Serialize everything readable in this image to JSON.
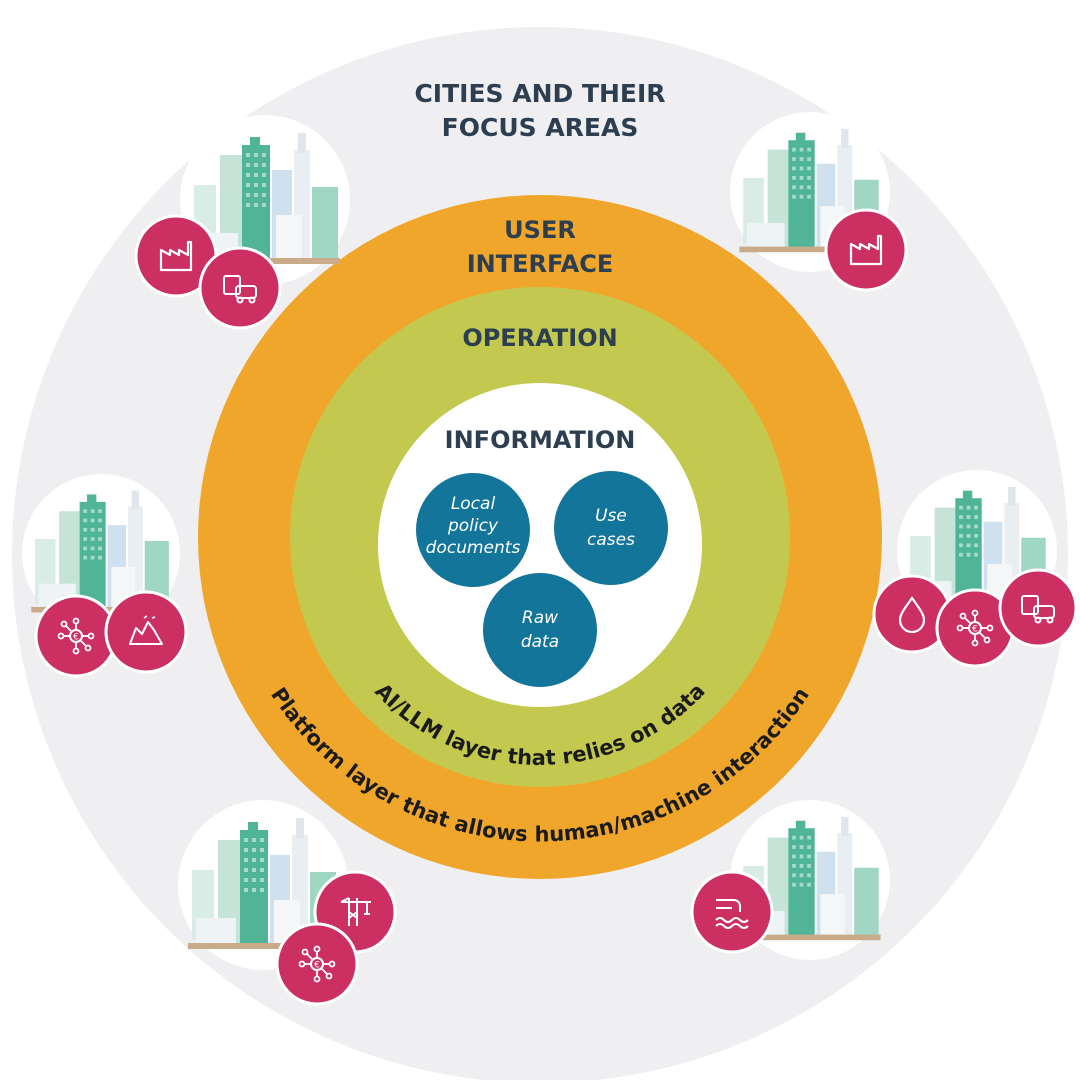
{
  "outer_title": {
    "line1": "CITIES AND THEIR",
    "line2": "FOCUS AREAS"
  },
  "rings": {
    "user_interface": {
      "line1": "USER",
      "line2": "INTERFACE"
    },
    "operation": "OPERATION",
    "information": "INFORMATION"
  },
  "information_items": [
    {
      "lines": [
        "Local",
        "policy",
        "documents"
      ]
    },
    {
      "lines": [
        "Use",
        "cases"
      ]
    },
    {
      "lines": [
        "Raw",
        "data"
      ]
    }
  ],
  "curved_labels": {
    "ai_layer": "AI/LLM layer that relies on data",
    "platform_layer": "Platform layer that allows human/machine interaction"
  },
  "colors": {
    "outer_ring": "#efeff1",
    "orange_ring": "#f0a62a",
    "green_ring": "#c3c94f",
    "center": "#ffffff",
    "info_circle": "#13759a",
    "icon_circle": "#cc2f62",
    "text_dark": "#2c3e50"
  },
  "cities": [
    {
      "name": "city-top-left",
      "icons": [
        "factory-icon",
        "vehicles-icon"
      ]
    },
    {
      "name": "city-top-right",
      "icons": [
        "factory-icon"
      ]
    },
    {
      "name": "city-mid-left",
      "icons": [
        "euro-network-icon",
        "waste-icon"
      ]
    },
    {
      "name": "city-mid-right",
      "icons": [
        "water-drop-icon",
        "euro-network-icon",
        "vehicles-icon"
      ]
    },
    {
      "name": "city-bottom-left",
      "icons": [
        "crane-icon",
        "euro-network-icon"
      ]
    },
    {
      "name": "city-bottom-right",
      "icons": [
        "wastewater-pipe-icon"
      ]
    }
  ]
}
